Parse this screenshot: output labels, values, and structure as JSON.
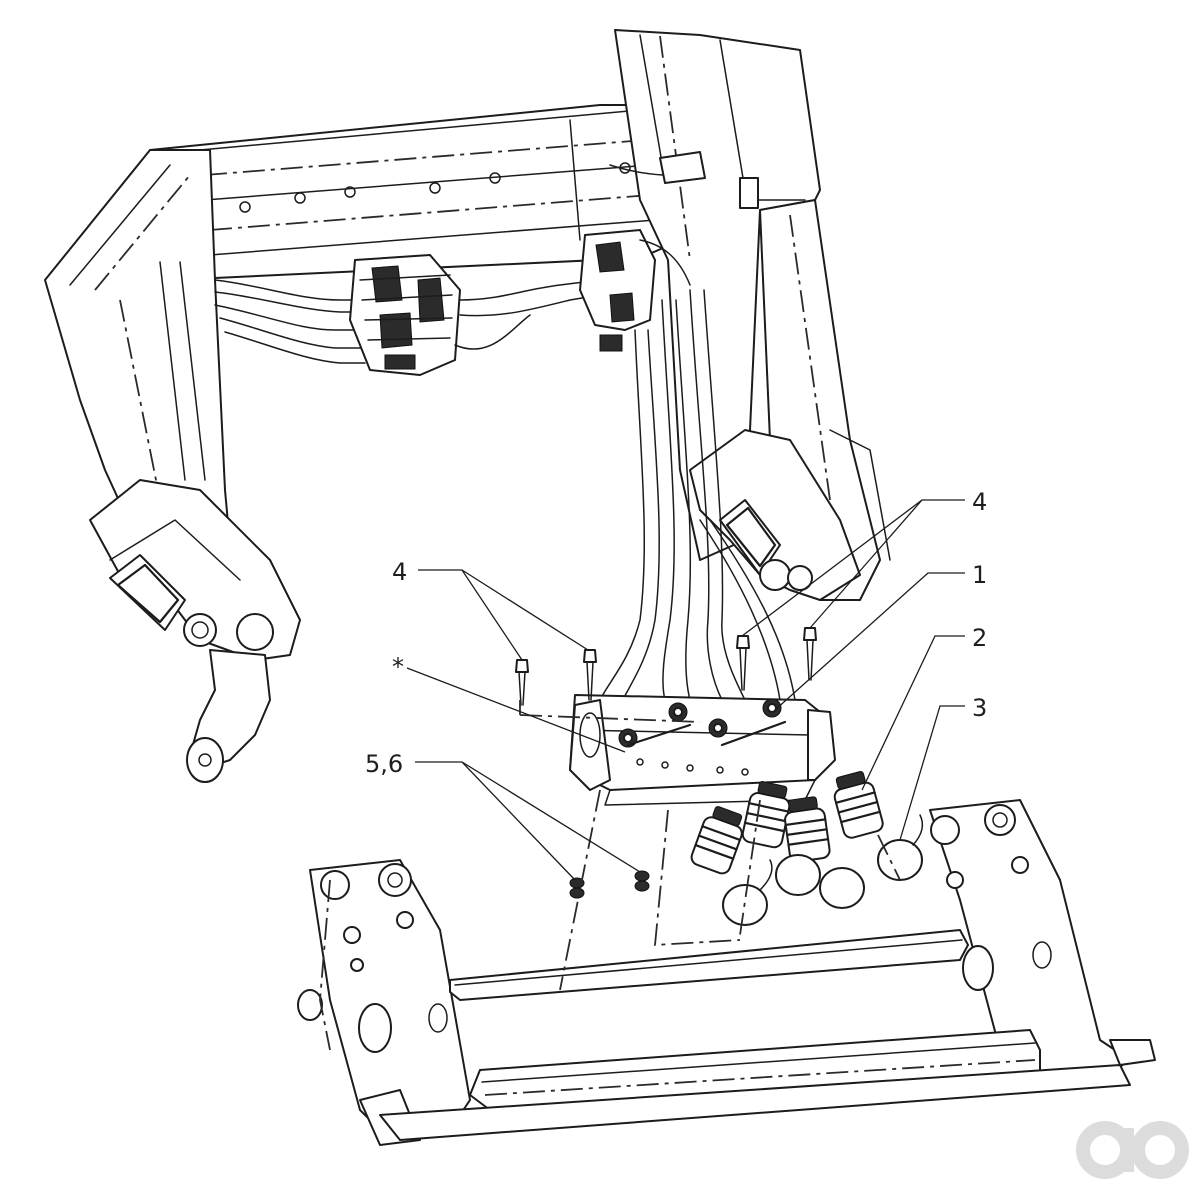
{
  "callouts": {
    "c4_left": "4",
    "c_star": "*",
    "c56": "5,6",
    "c4_right": "4",
    "c1": "1",
    "c2": "2",
    "c3": "3"
  },
  "logo": {
    "text": "ao",
    "color": "#dcdcdc"
  },
  "colors": {
    "line": "#1c1c1c",
    "background": "#ffffff"
  }
}
